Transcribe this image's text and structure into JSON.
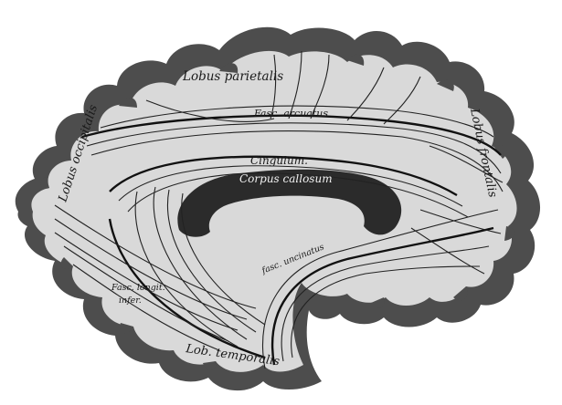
{
  "labels": {
    "parietal": "Lobus parietalis",
    "frontal": "Lobus frontalis",
    "occipital": "Lobus occipitalis",
    "temporal": "Lob. temporalis",
    "arcuatus": "Fasc. arcuatus",
    "cingulum": "Cingulum.",
    "corpus": "Corpus callosum",
    "uncinatus": "fasc. uncinatus",
    "longit_1": "Fasc. longit.",
    "longit_2": "infer."
  },
  "colors": {
    "cortex": "#4d4d4d",
    "white_matter": "#d9d9d9",
    "callosum": "#2b2b2b",
    "fibers": "#222222"
  }
}
